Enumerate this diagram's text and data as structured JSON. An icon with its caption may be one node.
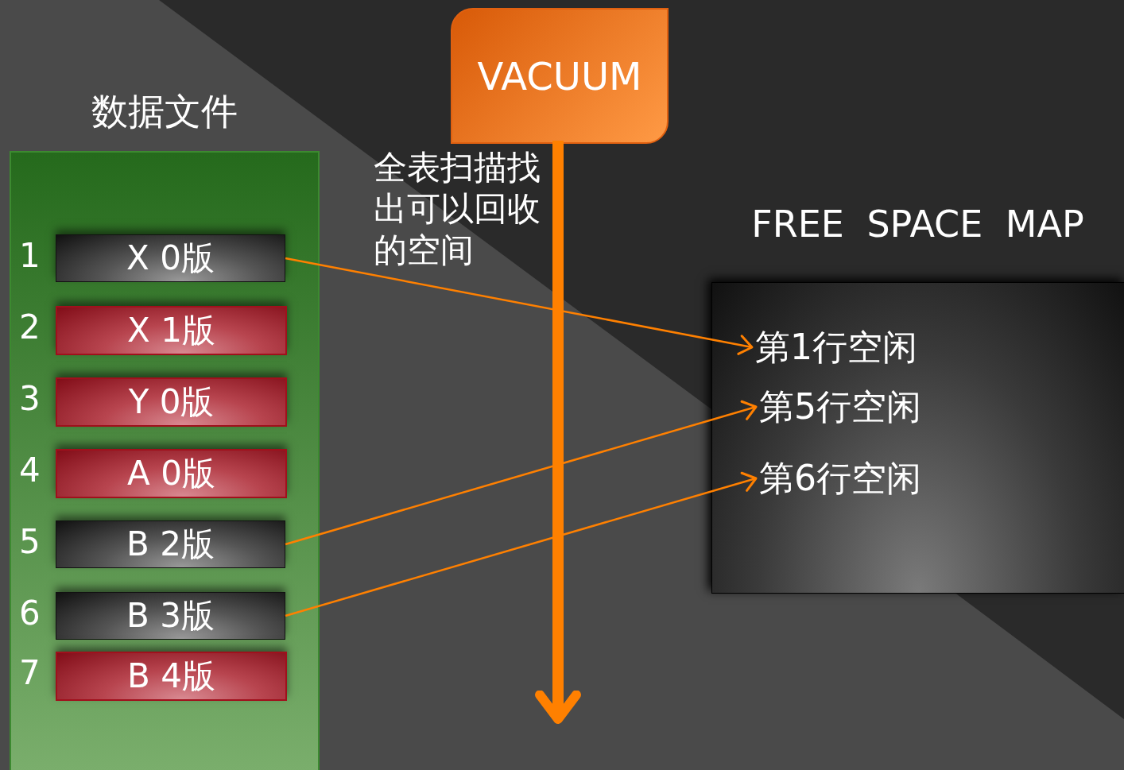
{
  "diagram": {
    "nodes": [
      {
        "text": [
          "数据文件"
        ]
      },
      {
        "text": [
          "X 0版"
        ],
        "in": 0,
        "beside": [
          "1"
        ]
      },
      {
        "text": [
          "X 1版"
        ],
        "in": 0,
        "beside": [
          "2"
        ]
      },
      {
        "text": [
          "Y 0版"
        ],
        "in": 0,
        "beside": [
          "3"
        ]
      },
      {
        "text": [
          "A 0版"
        ],
        "in": 0,
        "beside": [
          "4"
        ]
      },
      {
        "text": [
          "B 2版"
        ],
        "in": 0,
        "beside": [
          "5"
        ]
      },
      {
        "text": [
          "B 3版"
        ],
        "in": 0,
        "beside": [
          "6"
        ]
      },
      {
        "text": [
          "B 4版"
        ],
        "in": 0,
        "beside": [
          "7"
        ]
      },
      {
        "text": [
          "VACUUM"
        ]
      },
      {
        "text": [
          "FREE SPACE MAP"
        ]
      },
      {
        "text": [
          "第1行空闲"
        ],
        "in": 9
      },
      {
        "text": [
          "第5行空闲"
        ],
        "in": 9
      },
      {
        "text": [
          "第6行空闲"
        ],
        "in": 9
      }
    ],
    "edges": [
      {
        "from": 8,
        "to": null,
        "arrow": "to",
        "style": "thick",
        "label": "全表扫描找出可以回收的空间"
      },
      {
        "from": 1,
        "to": 10,
        "arrow": "to"
      },
      {
        "from": 5,
        "to": 11,
        "arrow": "to"
      },
      {
        "from": 6,
        "to": 12,
        "arrow": "to"
      }
    ]
  }
}
